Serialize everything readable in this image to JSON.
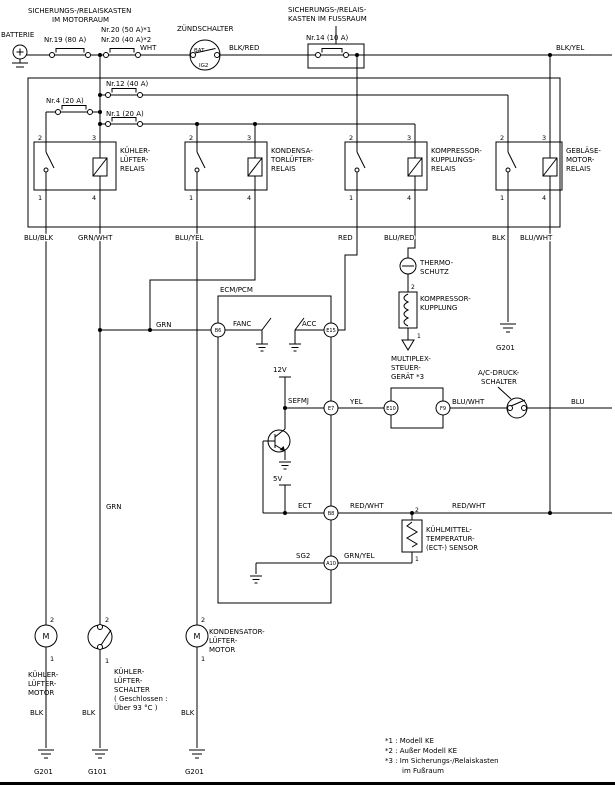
{
  "header": {
    "engine_box_line1": "SICHERUNGS-/RELAISKASTEN",
    "engine_box_line2": "IM MOTORRAUM",
    "battery": "BATTERIE",
    "ignition": "ZÜNDSCHALTER",
    "bat": "BAT",
    "ig2": "IG2",
    "footwell_line1": "SICHERUNGS-/RELAIS-",
    "footwell_line2": "KASTEN IM FUSSRAUM"
  },
  "fuses": {
    "f19": "Nr.19 (80 A)",
    "f20a": "Nr.20 (50 A)*1",
    "f20b": "Nr.20 (40 A)*2",
    "f12": "Nr.12 (40 A)",
    "f4": "Nr.4 (20 A)",
    "f1": "Nr.1 (20 A)",
    "f14": "Nr.14 (10 A)"
  },
  "wire_colors": {
    "wht": "WHT",
    "blk_red": "BLK/RED",
    "blk_yel": "BLK/YEL",
    "blu_blk": "BLU/BLK",
    "grn_wht": "GRN/WHT",
    "blu_yel": "BLU/YEL",
    "red": "RED",
    "blu_red": "BLU/RED",
    "blk": "BLK",
    "blu_wht": "BLU/WHT",
    "grn": "GRN",
    "yel": "YEL",
    "red_wht": "RED/WHT",
    "grn_yel": "GRN/YEL",
    "blu": "BLU"
  },
  "pins": {
    "p1": "1",
    "p2": "2",
    "p3": "3",
    "p4": "4"
  },
  "relays": [
    [
      "KÜHLER-",
      "LÜFTER-",
      "RELAIS"
    ],
    [
      "KONDENSA-",
      "TORLÜFTER-",
      "RELAIS"
    ],
    [
      "KOMPRESSOR-",
      "KUPPLUNGS-",
      "RELAIS"
    ],
    [
      "GEBLÄSE-",
      "MOTOR-",
      "RELAIS"
    ]
  ],
  "ecm": {
    "title": "ECM/PCM",
    "fanc": "FANC",
    "acc": "ACC",
    "sefmj": "SEFMJ",
    "ect": "ECT",
    "sg2": "SG2",
    "v12": "12V",
    "v5": "5V",
    "b6": "B6",
    "e15": "E15",
    "e7": "E7",
    "b8": "B8",
    "a10": "A10"
  },
  "components": {
    "thermo": [
      "THERMO-",
      "SCHUTZ"
    ],
    "clutch": [
      "KOMPRESSOR-",
      "KUPPLUNG"
    ],
    "multiplex": [
      "MULTIPLEX-",
      "STEUER-",
      "GERÄT *3"
    ],
    "e10": "E10",
    "f9": "F9",
    "ac_switch": [
      "A/C-DRUCK-",
      "SCHALTER"
    ],
    "ect_sensor": [
      "KÜHLMITTEL-",
      "TEMPERATUR-",
      "(ECT-) SENSOR"
    ],
    "fan_motor": [
      "KÜHLER-",
      "LÜFTER-",
      "MOTOR"
    ],
    "fan_switch": [
      "KÜHLER-",
      "LÜFTER-",
      "SCHALTER",
      "( Geschlossen :",
      "Über 93 °C )"
    ],
    "cond_motor": [
      "KONDENSATOR-",
      "LÜFTER-",
      "MOTOR"
    ],
    "motor_m": "M"
  },
  "grounds": {
    "g201": "G201",
    "g101": "G101"
  },
  "notes": [
    "*1 : Modell KE",
    "*2 : Außer Modell KE",
    "*3 : Im Sicherungs-/Relaiskasten",
    "im Fußraum"
  ]
}
